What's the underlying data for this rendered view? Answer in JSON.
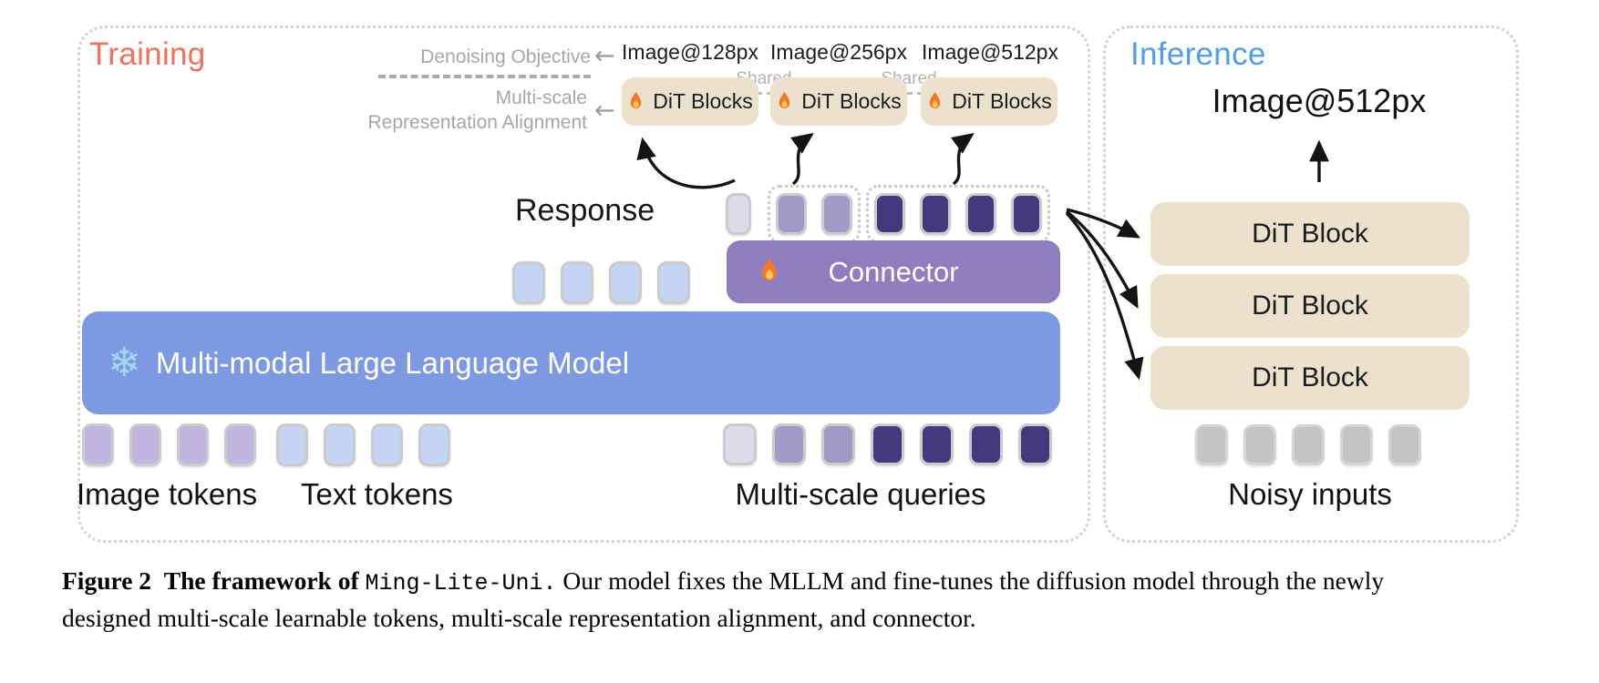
{
  "training": {
    "title": "Training",
    "denoising_objective_label": "Denoising Objective",
    "alignment_label_line1": "Multi-scale",
    "alignment_label_line2": "Representation Alignment",
    "image_scale_labels": [
      "Image@128px",
      "Image@256px",
      "Image@512px"
    ],
    "shared_label": "Shared",
    "dit_blocks_label": "DiT Blocks",
    "response_label": "Response",
    "connector_label": "Connector",
    "mllm_label": "Multi-modal Large Language Model",
    "image_tokens_label": "Image tokens",
    "text_tokens_label": "Text tokens",
    "multiscale_queries_label": "Multi-scale queries"
  },
  "inference": {
    "title": "Inference",
    "output_image_label": "Image@512px",
    "dit_block_label": "DiT Block",
    "noisy_inputs_label": "Noisy inputs"
  },
  "icons": {
    "fire": "🔥",
    "snowflake": "❄",
    "arrow_left": "←"
  },
  "colors": {
    "training_title": "#f3715b",
    "inference_title": "#4f9cf3",
    "muted_text": "#a6a6a6",
    "dit_block_bg": "#ebe1cc",
    "connector_bg": "#8e7ec0",
    "mllm_bg": "#7d99e2",
    "token_light": "#dedbe8",
    "token_medium": "#a29ac6",
    "token_dark": "#433a7d",
    "token_image": "#c0b5de",
    "token_text": "#c6d4f4",
    "token_noisy": "#c3c3c3"
  },
  "caption": {
    "figure_label": "Figure 2",
    "intro_bold": "The framework of",
    "model_name": "Ming-Lite-Uni.",
    "body_line1": "Our model fixes the MLLM and fine-tunes the diffusion model through the newly",
    "body_line2": "designed multi-scale learnable tokens, multi-scale representation alignment, and connector."
  }
}
